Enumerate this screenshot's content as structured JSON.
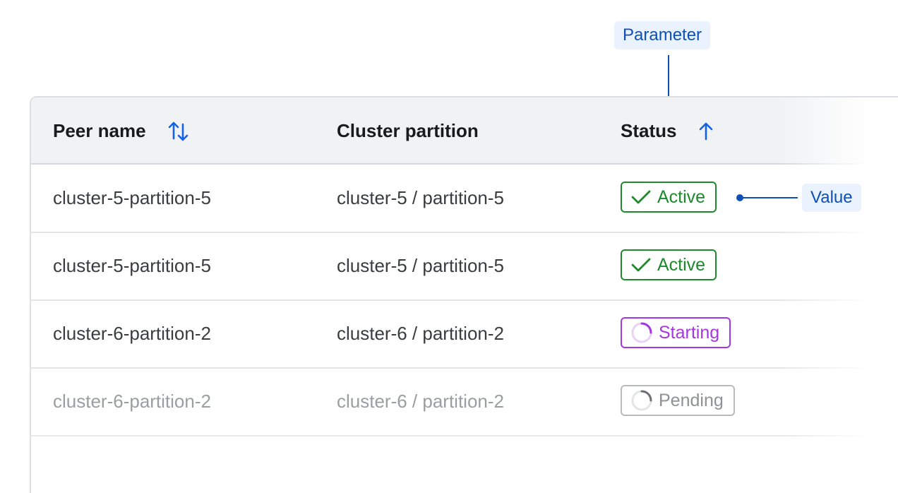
{
  "annotations": {
    "parameter": "Parameter",
    "value": "Value"
  },
  "table": {
    "columns": [
      {
        "label": "Peer name",
        "sort_icon": "sort-both-icon"
      },
      {
        "label": "Cluster partition"
      },
      {
        "label": "Status",
        "sort_icon": "sort-up-icon"
      }
    ],
    "rows": [
      {
        "peer": "cluster-5-partition-5",
        "partition": "cluster-5 / partition-5",
        "status": "Active",
        "status_icon": "check-icon"
      },
      {
        "peer": "cluster-5-partition-5",
        "partition": "cluster-5 / partition-5",
        "status": "Active",
        "status_icon": "check-icon"
      },
      {
        "peer": "cluster-6-partition-2",
        "partition": "cluster-6 / partition-2",
        "status": "Starting",
        "status_icon": "spinner-icon"
      },
      {
        "peer": "cluster-6-partition-2",
        "partition": "cluster-6 / partition-2",
        "status": "Pending",
        "status_icon": "spinner-icon"
      }
    ]
  },
  "colors": {
    "accent": "#1463e6",
    "annotation": "#0e4fb8",
    "active": "#1f8a2c",
    "starting": "#a636e0",
    "pending": "#8f9196"
  }
}
